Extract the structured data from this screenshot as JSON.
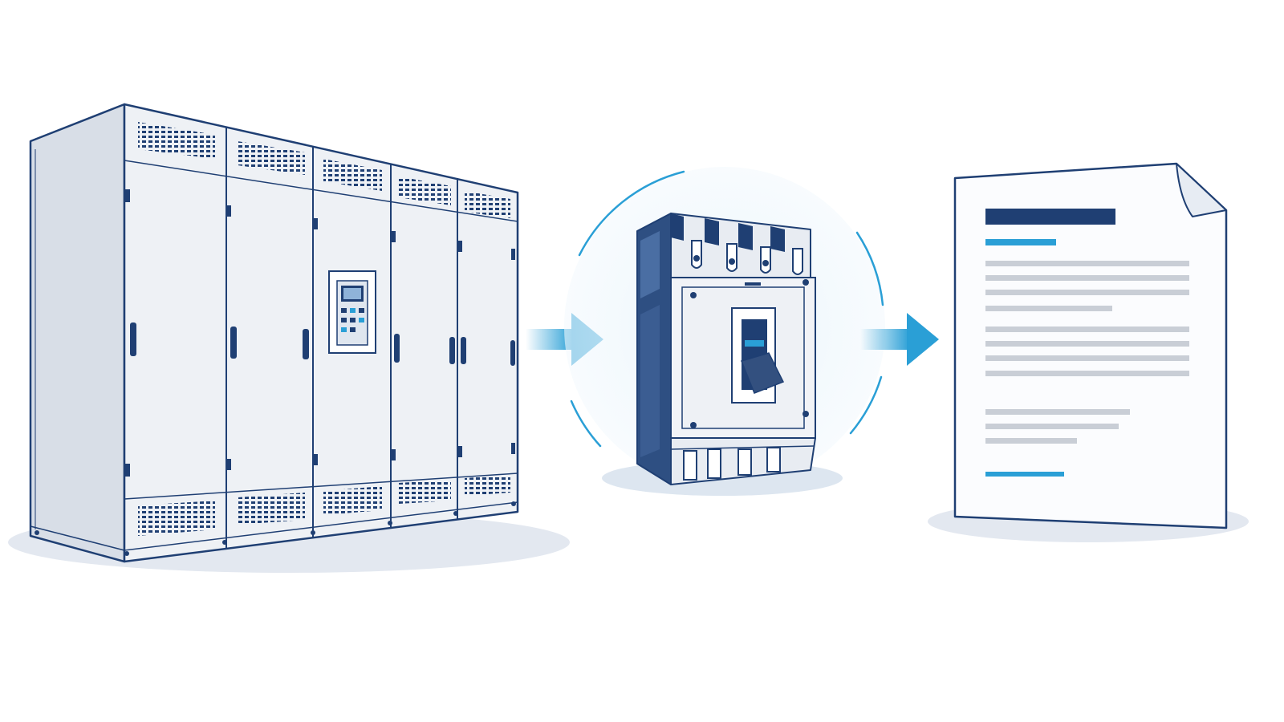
{
  "diagram": {
    "steps": [
      {
        "name": "switchgear-cabinet",
        "icon": "cabinet-icon"
      },
      {
        "name": "molded-case-circuit-breaker",
        "icon": "circuit-breaker-icon"
      },
      {
        "name": "document",
        "icon": "document-icon"
      }
    ],
    "connectors": [
      {
        "from": 0,
        "to": 1,
        "icon": "arrow-right-icon"
      },
      {
        "from": 1,
        "to": 2,
        "icon": "arrow-right-icon"
      }
    ]
  },
  "colors": {
    "outline": "#1f3f73",
    "accent": "#2a9fd6",
    "title_bar": "#1f3f73",
    "text_lines": "#c9ced6",
    "cabinet_fill": "#eef1f5",
    "cabinet_side": "#d8dee7",
    "halo": "#e6f3fb",
    "shadow": "#e3e8f0"
  }
}
